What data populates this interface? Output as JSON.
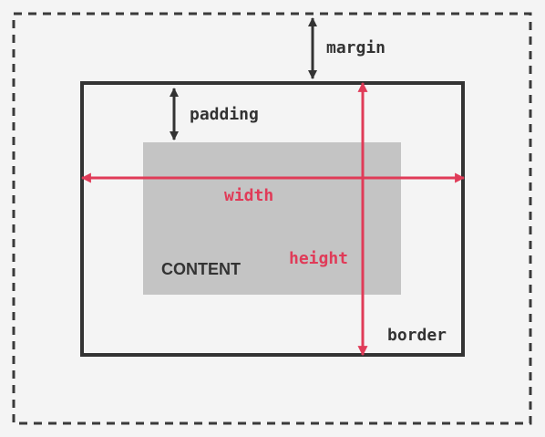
{
  "labels": {
    "margin": "margin",
    "padding": "padding",
    "width": "width",
    "height": "height",
    "content": "CONTENT",
    "border": "border"
  },
  "colors": {
    "background": "#f4f4f4",
    "dashed_outline": "#3a3a3a",
    "border_stroke": "#333333",
    "content_fill": "#c4c4c4",
    "dimension_accent": "#e03b58",
    "label_text": "#333333"
  }
}
